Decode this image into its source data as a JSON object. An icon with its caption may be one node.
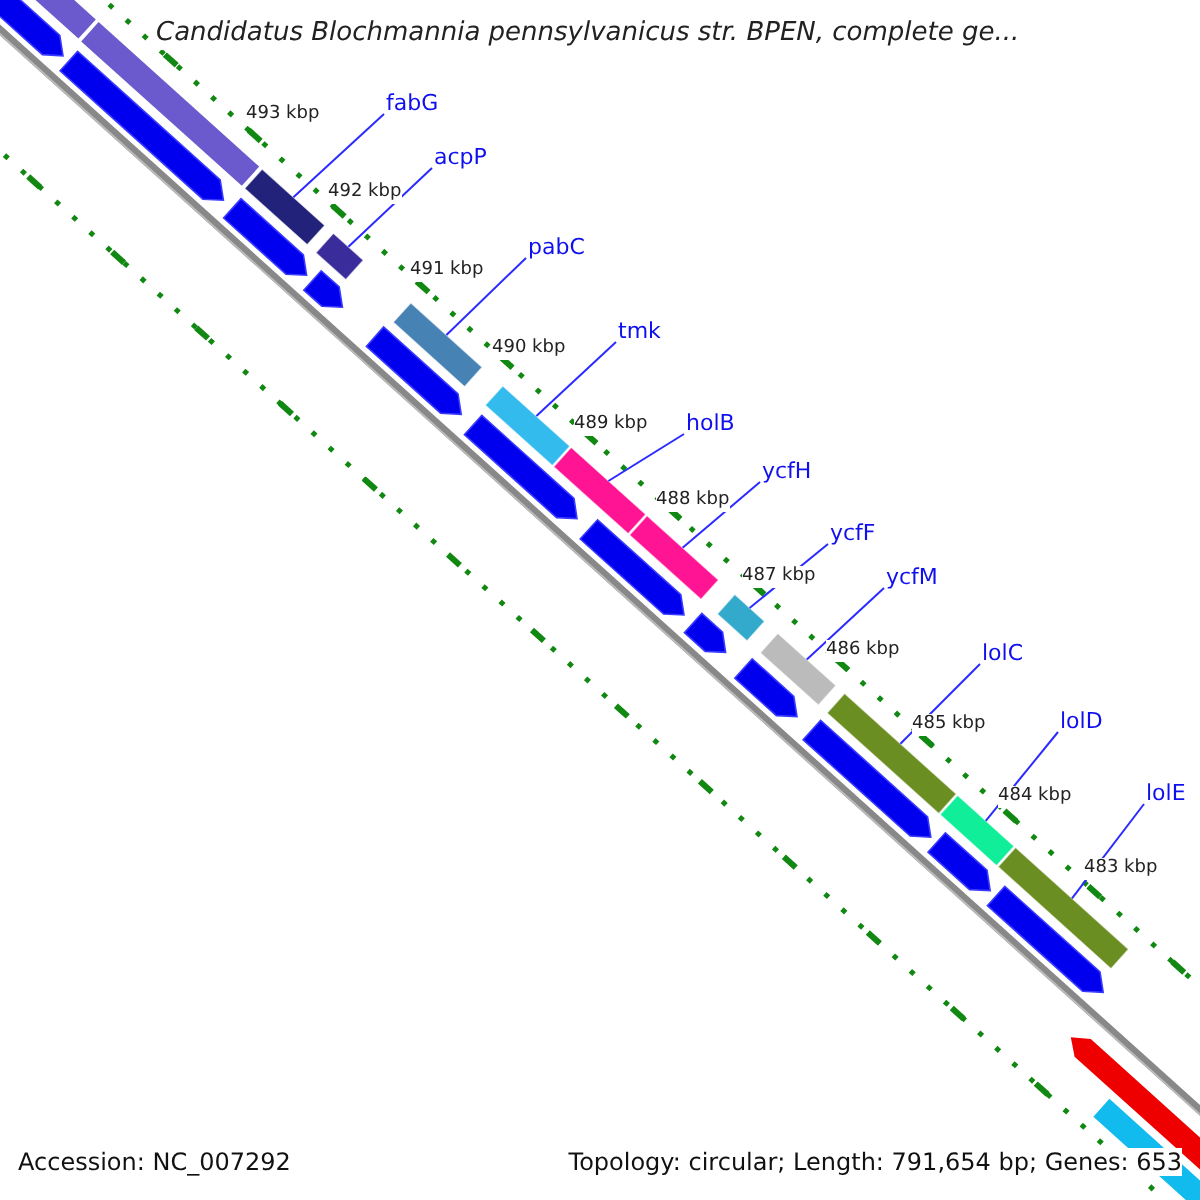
{
  "diagram": {
    "title": "Candidatus Blochmannia pennsylvanicus str. BPEN, complete ge...",
    "nodes": [
      {
        "text": [
          "fabG"
        ]
      },
      {
        "text": [
          "acpP"
        ]
      },
      {
        "text": [
          "pabC"
        ]
      },
      {
        "text": [
          "tmk"
        ]
      },
      {
        "text": [
          "holB"
        ]
      },
      {
        "text": [
          "ycfH"
        ]
      },
      {
        "text": [
          "ycfF"
        ]
      },
      {
        "text": [
          "ycfM"
        ]
      },
      {
        "text": [
          "lolC"
        ]
      },
      {
        "text": [
          "lolD"
        ]
      },
      {
        "text": [
          "lolE"
        ]
      },
      {
        "text": [],
        "shape": "bar"
      },
      {
        "text": [],
        "shape": "bar"
      },
      {
        "text": [],
        "shape": "bar"
      },
      {
        "text": [],
        "shape": "bar"
      },
      {
        "text": [],
        "shape": "bar"
      },
      {
        "text": [],
        "shape": "bar"
      },
      {
        "text": [],
        "shape": "bar"
      },
      {
        "text": [],
        "shape": "bar"
      },
      {
        "text": [],
        "shape": "bar"
      },
      {
        "text": [],
        "shape": "bar"
      },
      {
        "text": [],
        "shape": "bar"
      }
    ],
    "edges": [
      {
        "from": 0,
        "to": 11,
        "arrow": "none"
      },
      {
        "from": 1,
        "to": 12,
        "arrow": "none"
      },
      {
        "from": 2,
        "to": 13,
        "arrow": "none"
      },
      {
        "from": 3,
        "to": 14,
        "arrow": "none"
      },
      {
        "from": 4,
        "to": 15,
        "arrow": "none"
      },
      {
        "from": 5,
        "to": 16,
        "arrow": "none"
      },
      {
        "from": 6,
        "to": 17,
        "arrow": "none"
      },
      {
        "from": 7,
        "to": 18,
        "arrow": "none"
      },
      {
        "from": 8,
        "to": 19,
        "arrow": "none"
      },
      {
        "from": 9,
        "to": 20,
        "arrow": "none"
      },
      {
        "from": 10,
        "to": 21,
        "arrow": "none"
      }
    ],
    "labels": [
      "493 kbp",
      "492 kbp",
      "491 kbp",
      "490 kbp",
      "489 kbp",
      "488 kbp",
      "487 kbp",
      "486 kbp",
      "485 kbp",
      "484 kbp",
      "483 kbp",
      "Accession: NC_007292",
      "Topology: circular; Length: 791,654 bp; Genes: 653"
    ]
  }
}
